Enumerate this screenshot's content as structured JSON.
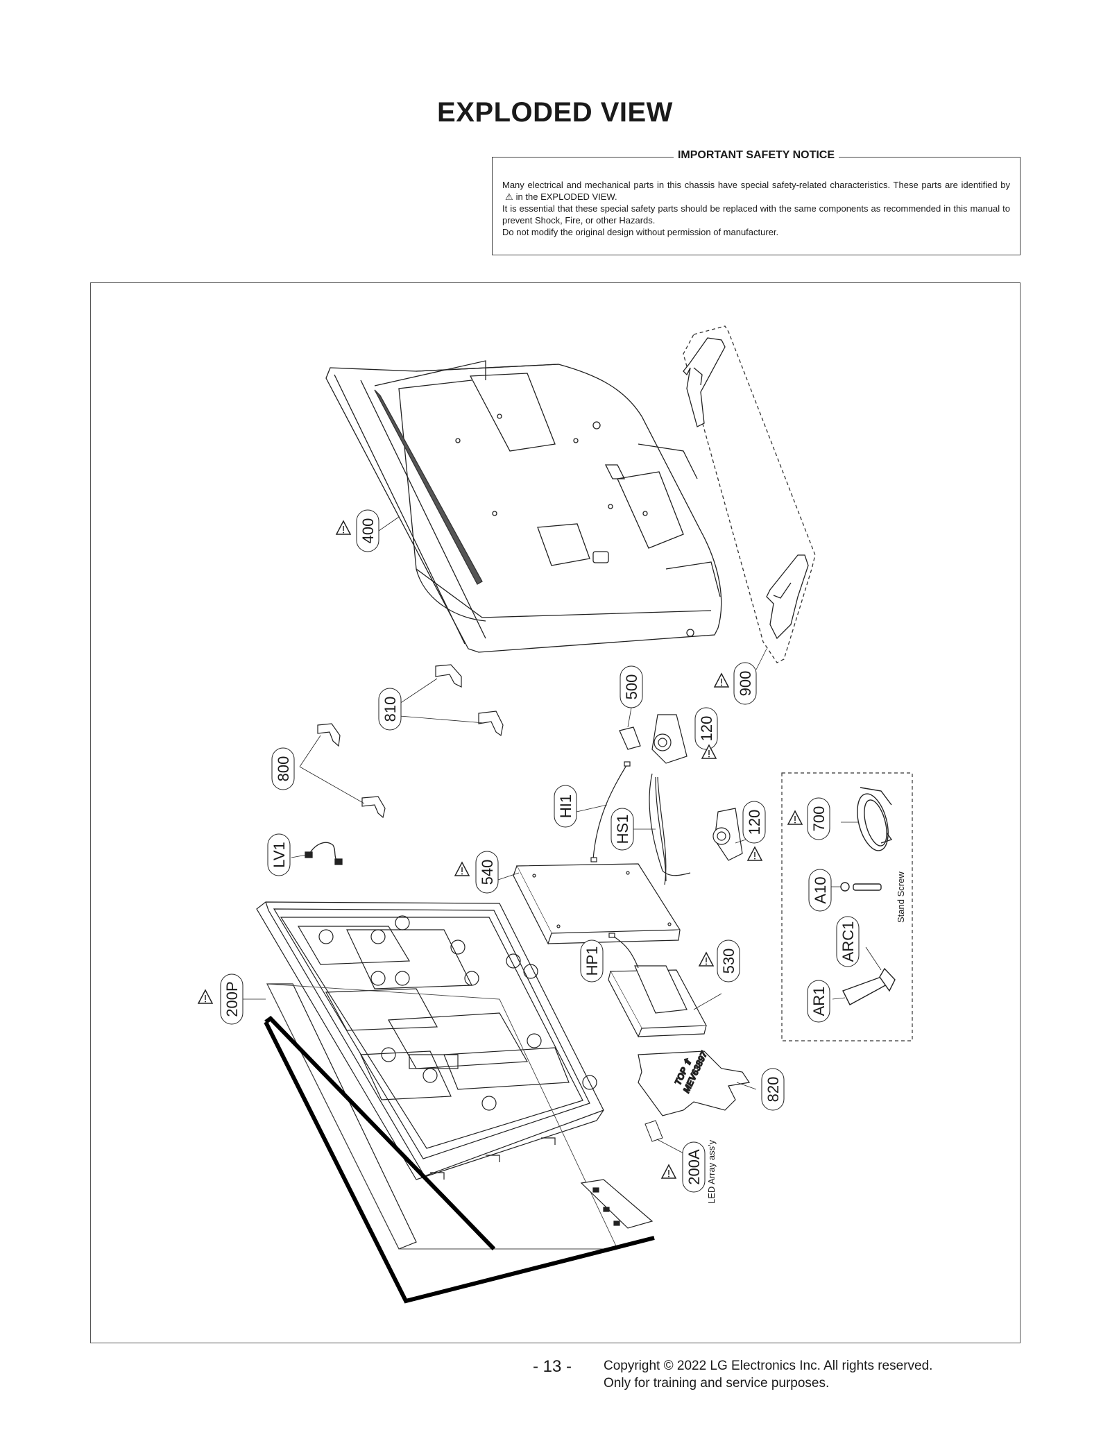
{
  "page": {
    "title": "EXPLODED VIEW",
    "page_number": "- 13 -",
    "copyright_line1": "Copyright © 2022 LG Electronics Inc. All rights reserved.",
    "copyright_line2": "Only for training and service purposes."
  },
  "notice": {
    "title": "IMPORTANT SAFETY NOTICE",
    "line1a": "Many electrical and mechanical parts in this chassis have special safety-related characteristics. These parts are identified by",
    "line1b": "in the EXPLODED VIEW.",
    "line2": "It is essential that these special safety parts should be replaced with the same components as recommended in this manual to prevent Shock, Fire, or other Hazards.",
    "line3": "Do not modify the original design without permission of manufacturer."
  },
  "callouts": {
    "c400": "400",
    "c900": "900",
    "c810": "810",
    "c500": "500",
    "c120a": "120",
    "c800": "800",
    "c120b": "120",
    "chi1": "HI1",
    "chs1": "HS1",
    "c700": "700",
    "clv1": "LV1",
    "c540": "540",
    "ca10": "A10",
    "carc1": "ARC1",
    "chp1": "HP1",
    "c530": "530",
    "c200p": "200P",
    "car1": "AR1",
    "c820": "820",
    "c200a": "200A"
  },
  "labels": {
    "stand_screw": "Stand Screw",
    "led_array": "LED Array ass'y",
    "label_top": "TOP ⇧",
    "label_code": "MEV63897"
  }
}
